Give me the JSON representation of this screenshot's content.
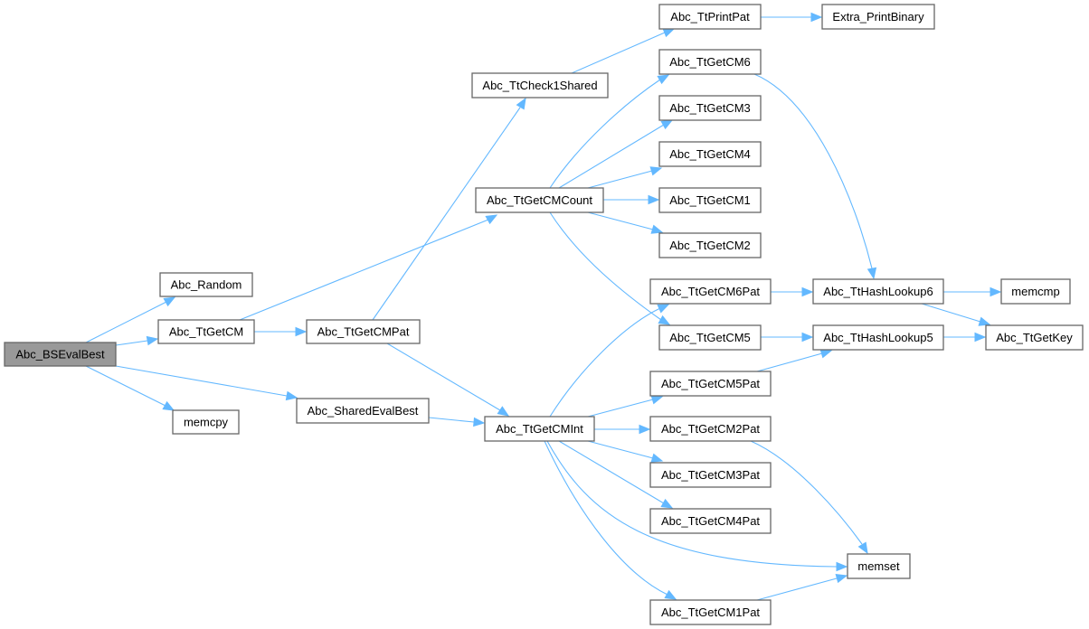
{
  "diagram": {
    "type": "call-graph",
    "colors": {
      "edge": "#63b8ff",
      "node_border": "#666666",
      "root_fill": "#999999",
      "node_fill": "#ffffff",
      "text": "#000000"
    },
    "root": "Abc_BSEvalBest",
    "nodes": [
      {
        "id": "Abc_BSEvalBest",
        "label": "Abc_BSEvalBest"
      },
      {
        "id": "Abc_Random",
        "label": "Abc_Random"
      },
      {
        "id": "Abc_TtGetCM",
        "label": "Abc_TtGetCM"
      },
      {
        "id": "memcpy",
        "label": "memcpy"
      },
      {
        "id": "Abc_TtGetCMPat",
        "label": "Abc_TtGetCMPat"
      },
      {
        "id": "Abc_SharedEvalBest",
        "label": "Abc_SharedEvalBest"
      },
      {
        "id": "Abc_TtCheck1Shared",
        "label": "Abc_TtCheck1Shared"
      },
      {
        "id": "Abc_TtGetCMCount",
        "label": "Abc_TtGetCMCount"
      },
      {
        "id": "Abc_TtGetCMInt",
        "label": "Abc_TtGetCMInt"
      },
      {
        "id": "Abc_TtPrintPat",
        "label": "Abc_TtPrintPat"
      },
      {
        "id": "Extra_PrintBinary",
        "label": "Extra_PrintBinary"
      },
      {
        "id": "Abc_TtGetCM6",
        "label": "Abc_TtGetCM6"
      },
      {
        "id": "Abc_TtGetCM3",
        "label": "Abc_TtGetCM3"
      },
      {
        "id": "Abc_TtGetCM4",
        "label": "Abc_TtGetCM4"
      },
      {
        "id": "Abc_TtGetCM1",
        "label": "Abc_TtGetCM1"
      },
      {
        "id": "Abc_TtGetCM2",
        "label": "Abc_TtGetCM2"
      },
      {
        "id": "Abc_TtGetCM6Pat",
        "label": "Abc_TtGetCM6Pat"
      },
      {
        "id": "Abc_TtGetCM5",
        "label": "Abc_TtGetCM5"
      },
      {
        "id": "Abc_TtGetCM5Pat",
        "label": "Abc_TtGetCM5Pat"
      },
      {
        "id": "Abc_TtGetCM2Pat",
        "label": "Abc_TtGetCM2Pat"
      },
      {
        "id": "Abc_TtGetCM3Pat",
        "label": "Abc_TtGetCM3Pat"
      },
      {
        "id": "Abc_TtGetCM4Pat",
        "label": "Abc_TtGetCM4Pat"
      },
      {
        "id": "Abc_TtGetCM1Pat",
        "label": "Abc_TtGetCM1Pat"
      },
      {
        "id": "Abc_TtHashLookup6",
        "label": "Abc_TtHashLookup6"
      },
      {
        "id": "Abc_TtHashLookup5",
        "label": "Abc_TtHashLookup5"
      },
      {
        "id": "memcmp",
        "label": "memcmp"
      },
      {
        "id": "Abc_TtGetKey",
        "label": "Abc_TtGetKey"
      },
      {
        "id": "memset",
        "label": "memset"
      }
    ],
    "edges": [
      {
        "from": "Abc_BSEvalBest",
        "to": "Abc_Random"
      },
      {
        "from": "Abc_BSEvalBest",
        "to": "Abc_TtGetCM"
      },
      {
        "from": "Abc_BSEvalBest",
        "to": "memcpy"
      },
      {
        "from": "Abc_BSEvalBest",
        "to": "Abc_SharedEvalBest"
      },
      {
        "from": "Abc_TtGetCM",
        "to": "Abc_TtGetCMCount"
      },
      {
        "from": "Abc_TtGetCM",
        "to": "Abc_TtGetCMPat"
      },
      {
        "from": "Abc_TtGetCMPat",
        "to": "Abc_TtCheck1Shared"
      },
      {
        "from": "Abc_TtGetCMPat",
        "to": "Abc_TtGetCMInt"
      },
      {
        "from": "Abc_SharedEvalBest",
        "to": "Abc_TtGetCMInt"
      },
      {
        "from": "Abc_TtCheck1Shared",
        "to": "Abc_TtPrintPat"
      },
      {
        "from": "Abc_TtPrintPat",
        "to": "Extra_PrintBinary"
      },
      {
        "from": "Abc_TtGetCMCount",
        "to": "Abc_TtGetCM6"
      },
      {
        "from": "Abc_TtGetCMCount",
        "to": "Abc_TtGetCM3"
      },
      {
        "from": "Abc_TtGetCMCount",
        "to": "Abc_TtGetCM4"
      },
      {
        "from": "Abc_TtGetCMCount",
        "to": "Abc_TtGetCM1"
      },
      {
        "from": "Abc_TtGetCMCount",
        "to": "Abc_TtGetCM2"
      },
      {
        "from": "Abc_TtGetCMCount",
        "to": "Abc_TtGetCM5"
      },
      {
        "from": "Abc_TtGetCM6",
        "to": "Abc_TtHashLookup6"
      },
      {
        "from": "Abc_TtGetCMInt",
        "to": "Abc_TtGetCM6Pat"
      },
      {
        "from": "Abc_TtGetCMInt",
        "to": "Abc_TtGetCM5Pat"
      },
      {
        "from": "Abc_TtGetCMInt",
        "to": "Abc_TtGetCM2Pat"
      },
      {
        "from": "Abc_TtGetCMInt",
        "to": "Abc_TtGetCM3Pat"
      },
      {
        "from": "Abc_TtGetCMInt",
        "to": "Abc_TtGetCM4Pat"
      },
      {
        "from": "Abc_TtGetCMInt",
        "to": "memset"
      },
      {
        "from": "Abc_TtGetCMInt",
        "to": "Abc_TtGetCM1Pat"
      },
      {
        "from": "Abc_TtGetCM6Pat",
        "to": "Abc_TtHashLookup6"
      },
      {
        "from": "Abc_TtGetCM5",
        "to": "Abc_TtHashLookup5"
      },
      {
        "from": "Abc_TtGetCM5Pat",
        "to": "Abc_TtHashLookup5"
      },
      {
        "from": "Abc_TtHashLookup6",
        "to": "memcmp"
      },
      {
        "from": "Abc_TtHashLookup6",
        "to": "Abc_TtGetKey"
      },
      {
        "from": "Abc_TtHashLookup5",
        "to": "Abc_TtGetKey"
      },
      {
        "from": "Abc_TtGetCM2Pat",
        "to": "memset"
      },
      {
        "from": "Abc_TtGetCM1Pat",
        "to": "memset"
      }
    ]
  }
}
